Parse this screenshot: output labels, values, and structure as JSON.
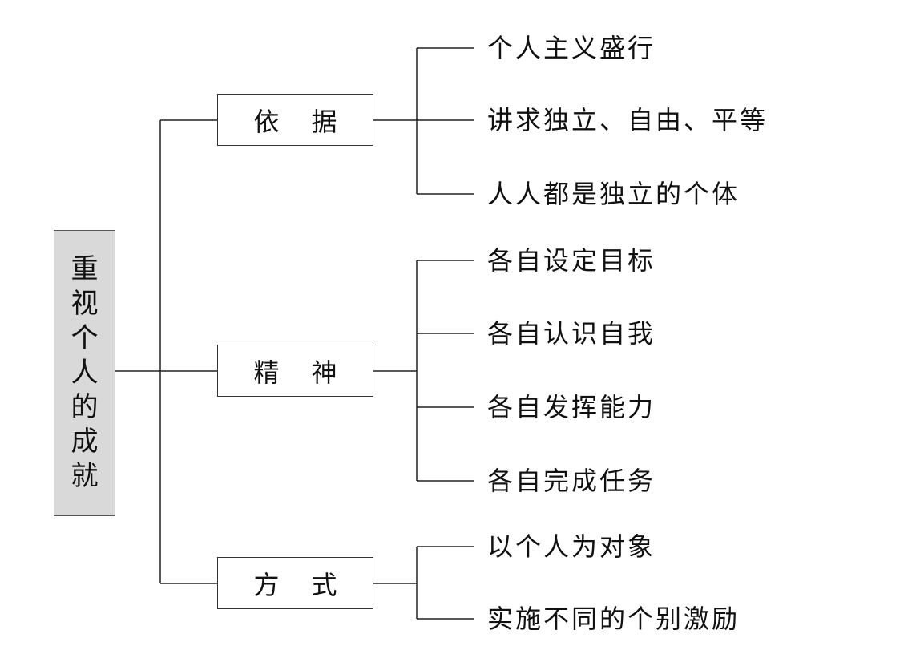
{
  "root": {
    "label": "重视个人的成就"
  },
  "groups": [
    {
      "label": "依据",
      "items": [
        "个人主义盛行",
        "讲求独立、自由、平等",
        "人人都是独立的个体"
      ]
    },
    {
      "label": "精神",
      "items": [
        "各自设定目标",
        "各自认识自我",
        "各自发挥能力",
        "各自完成任务"
      ]
    },
    {
      "label": "方式",
      "items": [
        "以个人为对象",
        "实施不同的个别激励"
      ]
    }
  ],
  "colors": {
    "root_fill": "#d9d9d9",
    "line": "#222222"
  }
}
